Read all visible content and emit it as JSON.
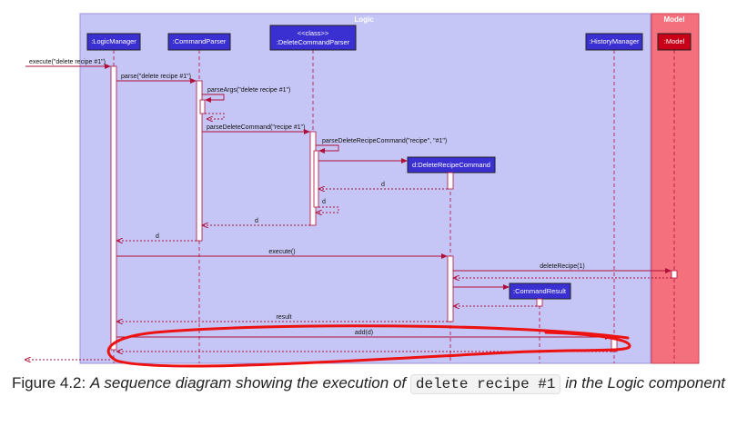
{
  "frames": {
    "logic": "Logic",
    "model": "Model"
  },
  "participants": {
    "logicManager": ":LogicManager",
    "commandParser": ":CommandParser",
    "deleteParserStereo": "<<class>>",
    "deleteParser": ":DeleteCommandParser",
    "historyManager": ":HistoryManager",
    "model": ":Model",
    "deleteCommand": "d:DeleteRecipeCommand",
    "commandResult": ":CommandResult"
  },
  "messages": {
    "execute": "execute(\"delete recipe #1\")",
    "parse": "parse(\"delete recipe #1\")",
    "parseArgs": "parseArgs(\"delete recipe #1\")",
    "parseDeleteCommand": "parseDeleteCommand(\"recipe #1\")",
    "parseDeleteRecipeCommand": "parseDeleteRecipeCommand(\"recipe\", \"#1\")",
    "returnD1": "d",
    "returnD2": "d",
    "returnD3": "d",
    "returnD4": "d",
    "executeCall": "execute()",
    "deleteRecipe": "deleteRecipe(1)",
    "result": "result",
    "add": "add(d)"
  },
  "caption": {
    "prefix": "Figure 4.2: ",
    "italic1": "A sequence diagram showing the execution of",
    "code": "delete recipe #1",
    "italic2": "in the Logic component"
  },
  "colors": {
    "logic_frame": "#c6c6f6",
    "model_frame": "#f5707d",
    "participant_box": "#3a2fd0",
    "model_box": "#c80018",
    "arrow": "#b0103a",
    "annotation": "#ee1111"
  }
}
